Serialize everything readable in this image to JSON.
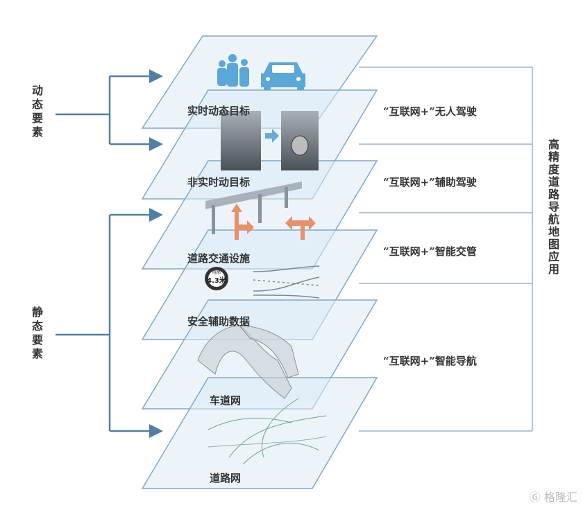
{
  "left_groups": {
    "dynamic": "动态要素",
    "static": "静态要素"
  },
  "layers": [
    {
      "label": "实时动态目标"
    },
    {
      "label": "非实时动目标"
    },
    {
      "label": "道路交通设施"
    },
    {
      "label": "安全辅助数据"
    },
    {
      "label": "车道网"
    },
    {
      "label": "道路网"
    }
  ],
  "height_limit_sign": {
    "top": "限高",
    "value": "4.3米"
  },
  "applications": [
    "“互联网+”无人驾驶",
    "“互联网+”辅助驾驶",
    "“互联网+”智能交管",
    "“互联网+”智能导航"
  ],
  "right_title": "高精度道路导航地图应用",
  "watermark": "格隆汇",
  "colors": {
    "plane_fill": "#dcebf5",
    "plane_stroke": "#7fa8c8",
    "bracket": "#4f7fa6",
    "icon_blue": "#5aa7d8",
    "arrow_orange": "#e8906a"
  }
}
